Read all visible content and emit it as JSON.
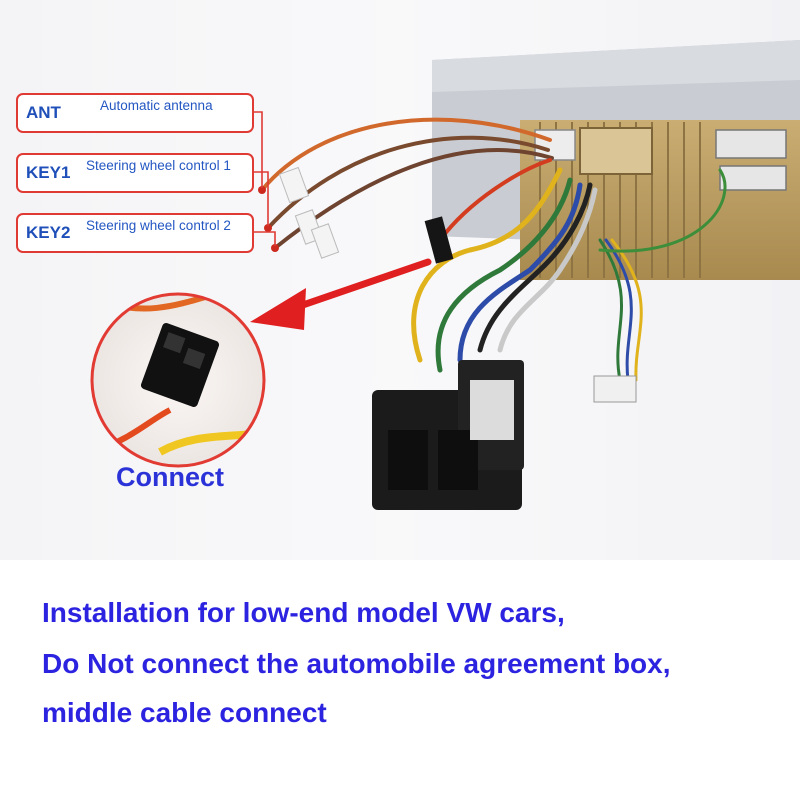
{
  "callouts": [
    {
      "code": "ANT",
      "description": "Automatic antenna"
    },
    {
      "code": "KEY1",
      "description": "Steering wheel control 1"
    },
    {
      "code": "KEY2",
      "description": "Steering wheel control 2"
    }
  ],
  "zoom_label": "Connect",
  "instructions": {
    "line1": "Installation for low-end model VW cars,",
    "line2": "Do Not connect the  automobile agreement box,",
    "line3": "middle cable connect"
  },
  "colors": {
    "callout_border": "#e03a35",
    "callout_text": "#1f4fb8",
    "instruction_text": "#2c23e0",
    "arrow": "#e02020"
  }
}
